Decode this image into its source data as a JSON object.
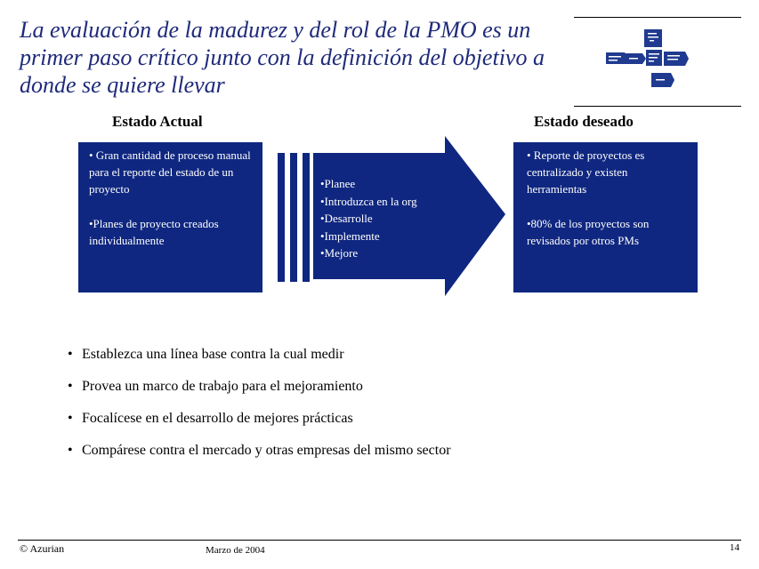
{
  "title": "La evaluación de la madurez y del rol de la PMO es un primer paso crítico junto con la definición del objetivo a donde se quiere llevar",
  "icons": {
    "process_thumbnail": "process-diagram-thumbnail-icon"
  },
  "headings": {
    "current": "Estado Actual",
    "desired": "Estado deseado"
  },
  "current_state": {
    "bullet1": "• Gran cantidad de proceso manual para el reporte del estado de un proyecto",
    "bullet2": "•Planes de proyecto creados individualmente"
  },
  "transition": {
    "steps": [
      "•Planee",
      "•Introduzca en la org",
      "•Desarrolle",
      "•Implemente",
      "•Mejore"
    ]
  },
  "desired_state": {
    "bullet1": "• Reporte de proyectos es centralizado y existen herramientas",
    "bullet2": "•80% de los proyectos son revisados por otros PMs"
  },
  "bullets": [
    "Establezca una línea base contra la cual medir",
    "Provea un marco de trabajo para el mejoramiento",
    "Focalícese en el desarrollo de mejores prácticas",
    "Compárese contra el mercado y otras empresas del mismo sector"
  ],
  "bullet_symbol": "•",
  "footer": {
    "copyright": "© Azurian",
    "date": "Marzo de 2004",
    "page": "14"
  },
  "colors": {
    "box_fill": "#0f2780",
    "title_text": "#1f2a7a"
  }
}
